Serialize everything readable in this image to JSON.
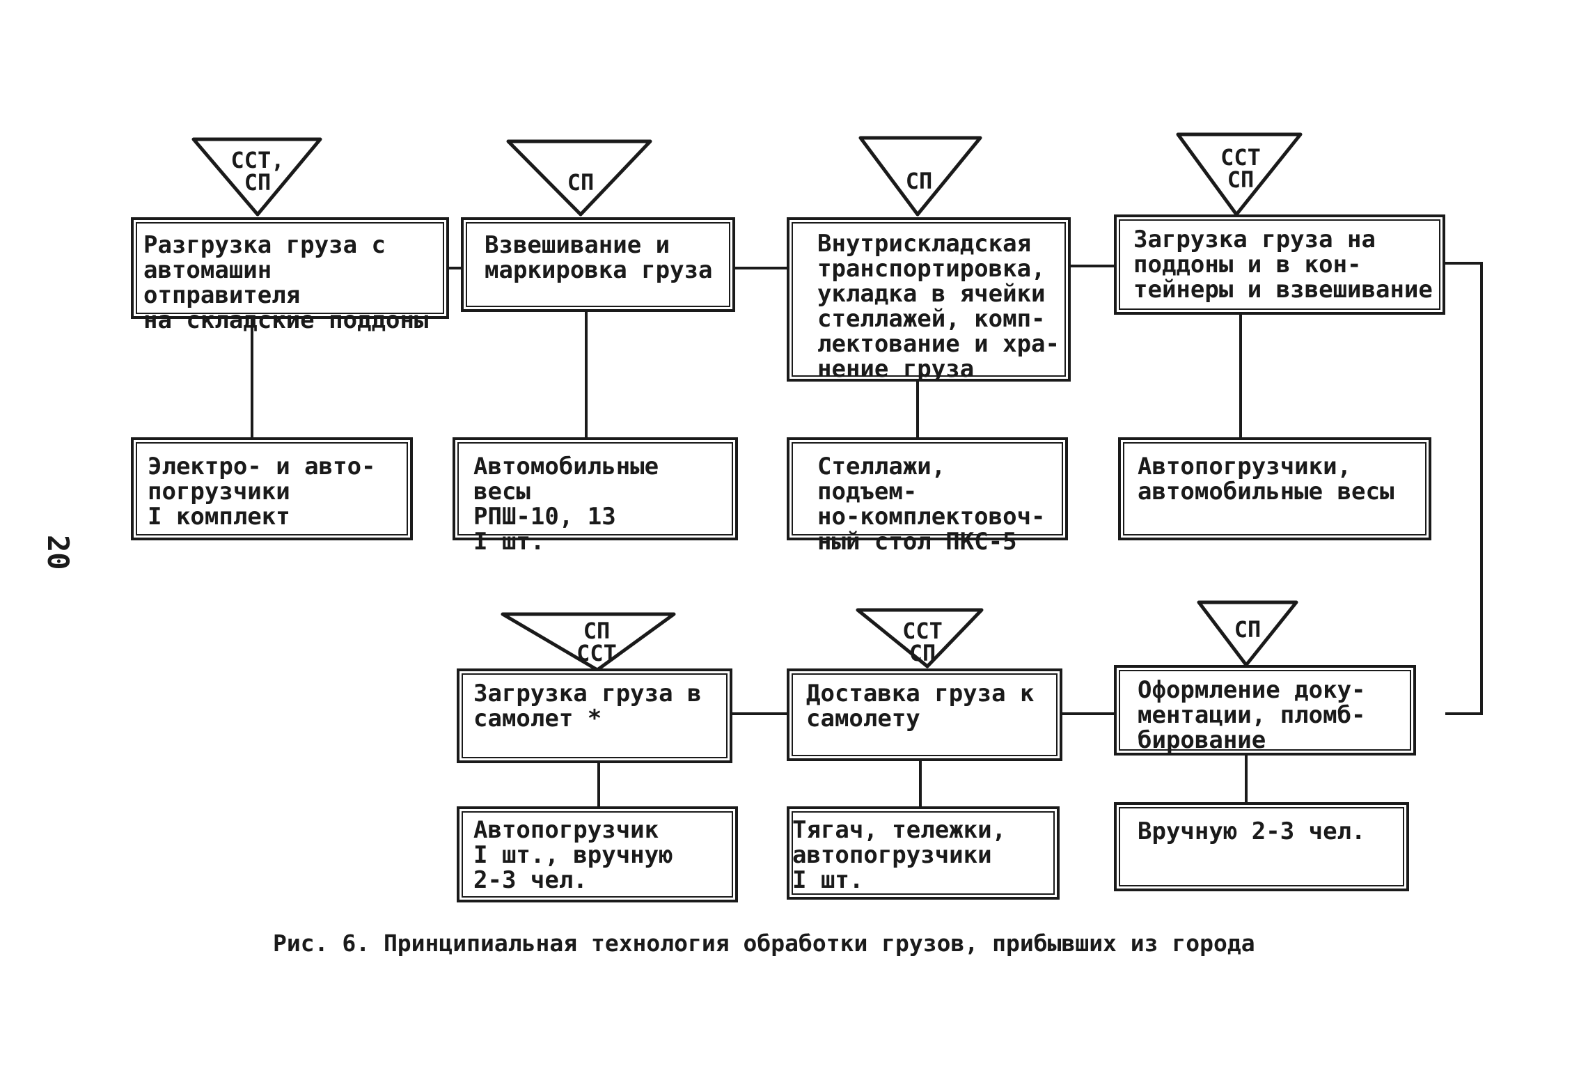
{
  "page_number": "20",
  "caption": "Рис. 6. Принципиальная технология обработки грузов, прибывших из города",
  "process": {
    "unload": {
      "text": "Разгрузка груза с\nавтомашин отправителя\nна складские поддоны",
      "marker": "ССТ,\nСП"
    },
    "weigh": {
      "text": "Взвешивание и\nмаркировка груза",
      "marker": "СП"
    },
    "storage": {
      "text": "Внутрискладская\nтранспортировка,\nукладка в ячейки\nстеллажей, комп-\nлектование и хра-\nнение груза",
      "marker": "СП"
    },
    "pallets": {
      "text": "Загрузка груза на\nподдоны и в кон-\nтейнеры и взвешивание",
      "marker": "ССТ\nСП"
    },
    "docs": {
      "text": "Оформление доку-\nментации, пломб-\nбирование",
      "marker": "СП"
    },
    "delivery": {
      "text": "Доставка груза к\nсамолету",
      "marker": "ССТ\nСП"
    },
    "loading": {
      "text": "Загрузка груза в\nсамолет *",
      "marker": "СП\nССТ"
    }
  },
  "resources": {
    "unload": "Электро- и авто-\nпогрузчики\n  I комплект",
    "weigh": "Автомобильные весы\nРПШ-10, 13\n     I шт.",
    "storage": "Стеллажи, подъем-\nно-комплектовоч-\nный стол ПКС-5",
    "pallets": "Автопогрузчики,\nавтомобильные весы",
    "docs": "  Вручную 2-3 чел.",
    "delivery": "Тягач, тележки,\nавтопогрузчики\n      I шт.",
    "loading": "Автопогрузчик\nI шт., вручную\n2-3 чел."
  }
}
